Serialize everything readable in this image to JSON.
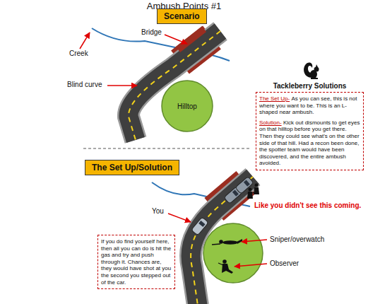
{
  "diagram": {
    "title": "Ambush Points #1",
    "nodes": [
      {
        "text": [
          "Scenario"
        ]
      },
      {
        "text": [
          "Hilltop"
        ]
      },
      {
        "text": [
          "Tackleberry Solutions",
          "The Set Up-",
          "As you can see, this is not where you want to be. This is an L-shaped near ambush.",
          "Solution-",
          "Kick out dismounts to get eyes on that hilltop before you get there. Then they could see what's on the other side of that hill. Had a recon been done, the spotter team would have been discovered, and the entire ambush avoided."
        ]
      },
      {
        "text": [
          "The Set Up/Solution"
        ]
      },
      {
        "text": [
          "If you do find yourself here, then all you can do is hit the gas and try and push through it. Chances are, they would have shot at you the second you stepped out of the car."
        ]
      }
    ],
    "labels": [
      "Bridge",
      "Creek",
      "Blind curve",
      "You",
      "Like you didn't see this coming.",
      "Sniper/overwatch",
      "Observer"
    ]
  }
}
